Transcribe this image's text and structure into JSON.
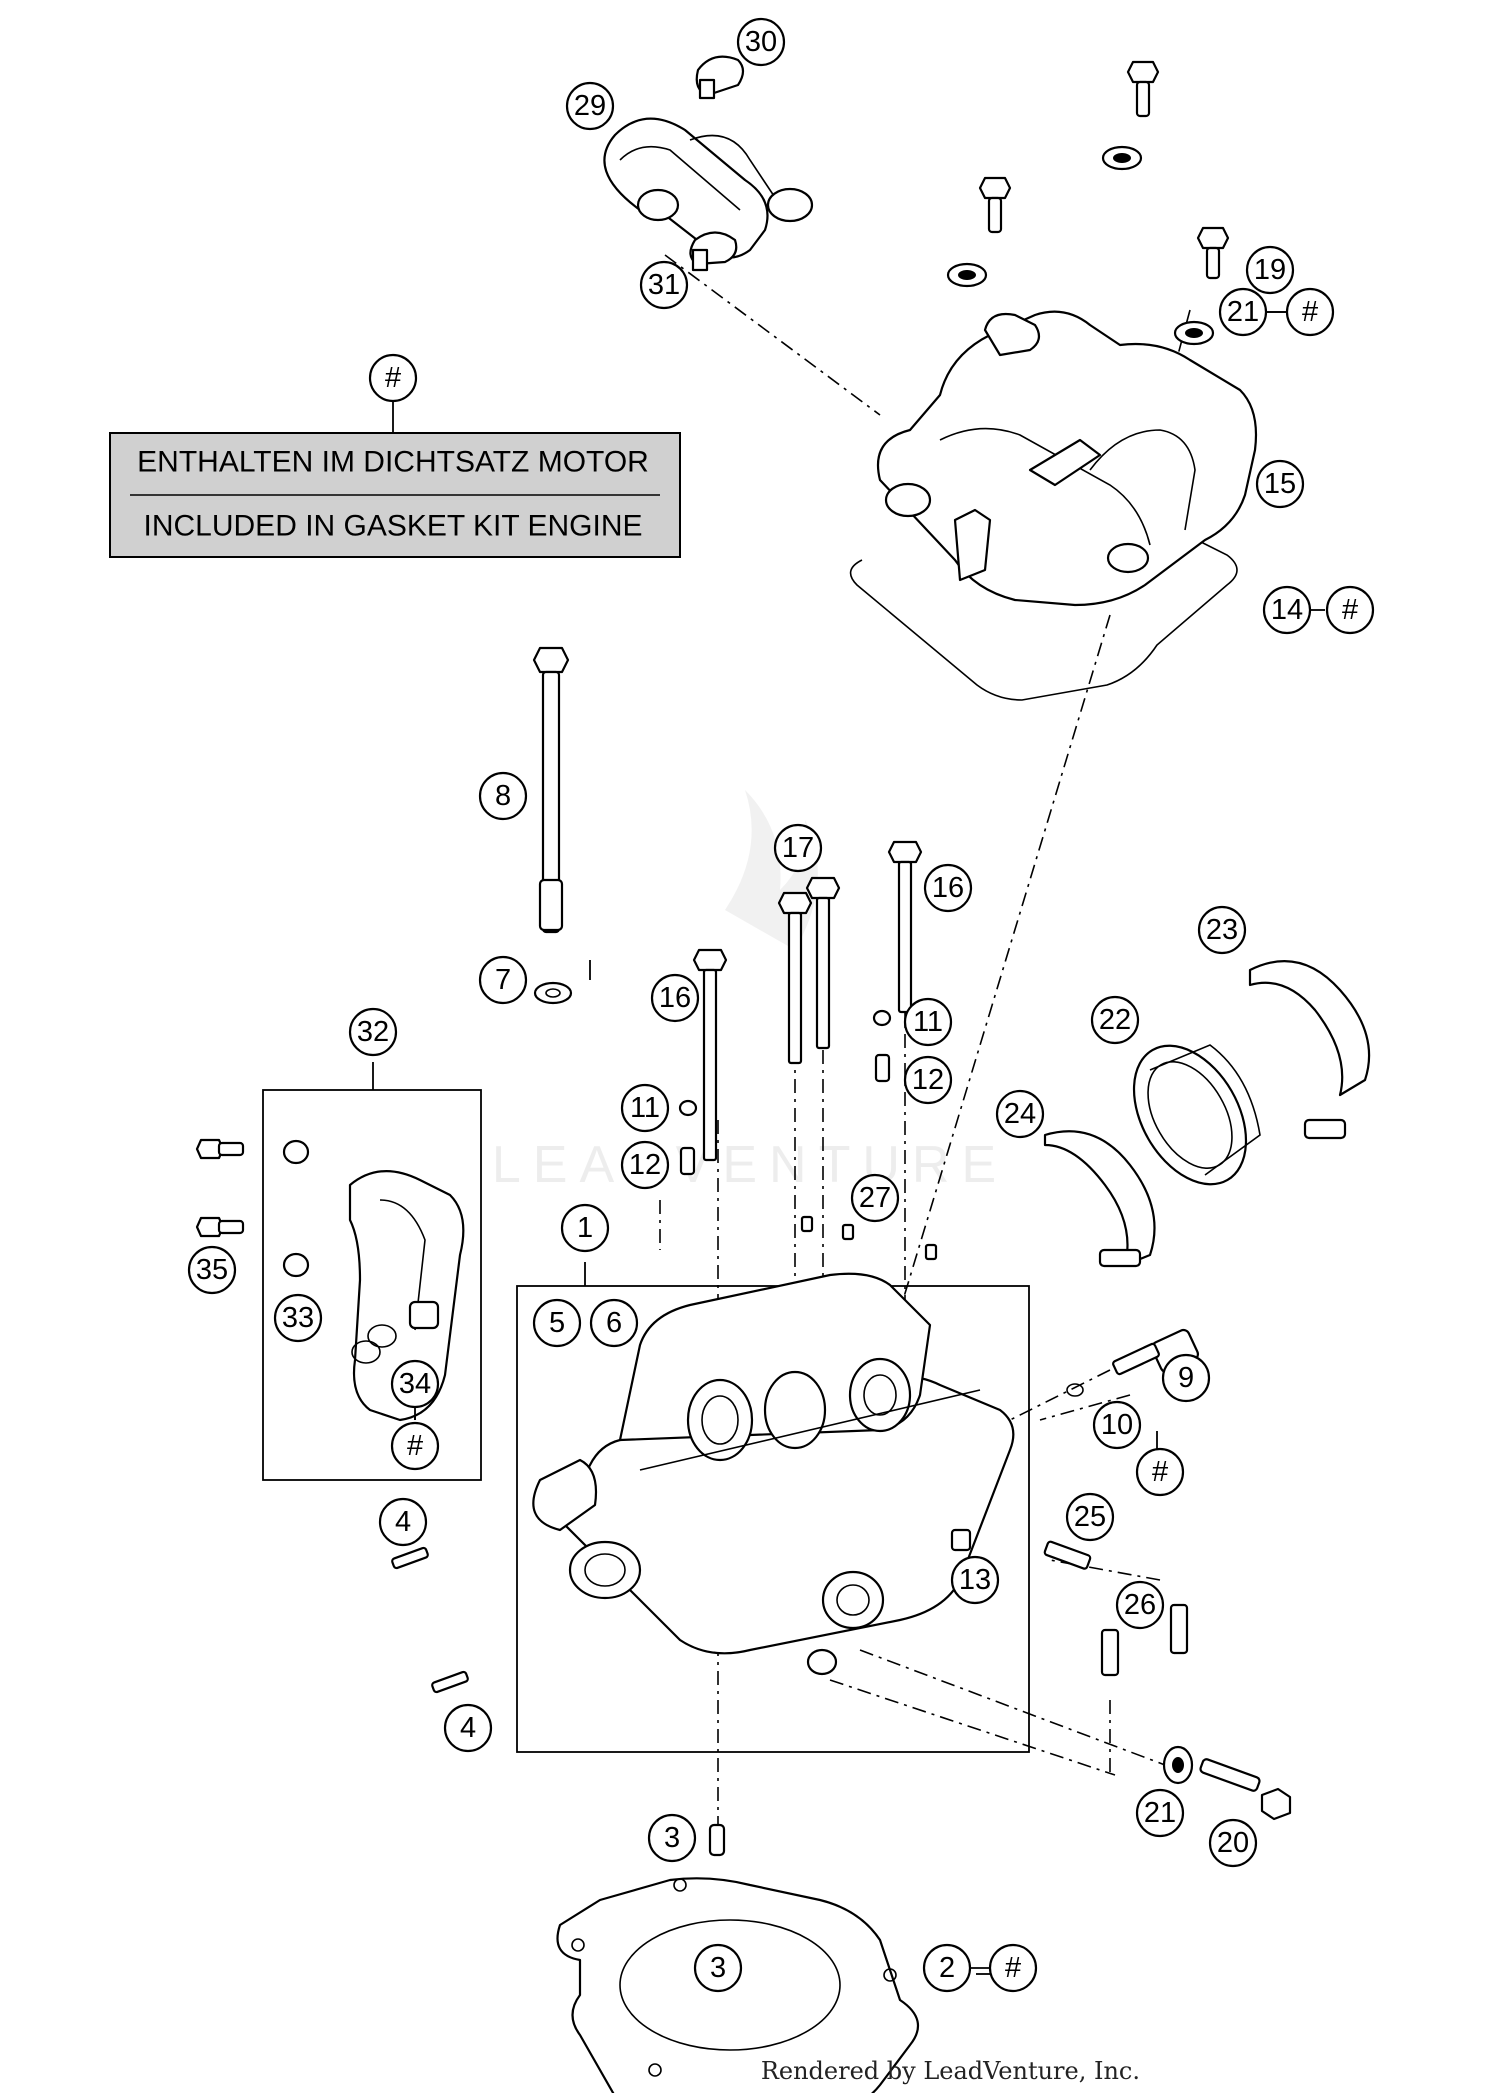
{
  "legend": {
    "marker": "#",
    "line_de": "ENTHALTEN IM DICHTSATZ MOTOR",
    "line_en": "INCLUDED IN GASKET KIT ENGINE"
  },
  "watermark": "LEADVENTURE",
  "credit": "Rendered by LeadVenture, Inc.",
  "callouts": [
    {
      "id": "30",
      "label": "30"
    },
    {
      "id": "29",
      "label": "29"
    },
    {
      "id": "31",
      "label": "31"
    },
    {
      "id": "19",
      "label": "19"
    },
    {
      "id": "21a",
      "label": "21"
    },
    {
      "id": "15",
      "label": "15"
    },
    {
      "id": "14",
      "label": "14"
    },
    {
      "id": "8",
      "label": "8"
    },
    {
      "id": "7",
      "label": "7"
    },
    {
      "id": "17",
      "label": "17"
    },
    {
      "id": "16a",
      "label": "16"
    },
    {
      "id": "16b",
      "label": "16"
    },
    {
      "id": "11a",
      "label": "11"
    },
    {
      "id": "12a",
      "label": "12"
    },
    {
      "id": "11b",
      "label": "11"
    },
    {
      "id": "12b",
      "label": "12"
    },
    {
      "id": "23",
      "label": "23"
    },
    {
      "id": "22",
      "label": "22"
    },
    {
      "id": "24",
      "label": "24"
    },
    {
      "id": "32",
      "label": "32"
    },
    {
      "id": "35",
      "label": "35"
    },
    {
      "id": "33",
      "label": "33"
    },
    {
      "id": "34",
      "label": "34"
    },
    {
      "id": "27",
      "label": "27"
    },
    {
      "id": "1",
      "label": "1"
    },
    {
      "id": "5",
      "label": "5"
    },
    {
      "id": "6",
      "label": "6"
    },
    {
      "id": "9",
      "label": "9"
    },
    {
      "id": "10",
      "label": "10"
    },
    {
      "id": "4a",
      "label": "4"
    },
    {
      "id": "4b",
      "label": "4"
    },
    {
      "id": "25",
      "label": "25"
    },
    {
      "id": "13",
      "label": "13"
    },
    {
      "id": "26",
      "label": "26"
    },
    {
      "id": "21b",
      "label": "21"
    },
    {
      "id": "20",
      "label": "20"
    },
    {
      "id": "3a",
      "label": "3"
    },
    {
      "id": "3b",
      "label": "3"
    },
    {
      "id": "2",
      "label": "2"
    }
  ],
  "gasket_kit_marks": [
    "21a",
    "14",
    "34",
    "10",
    "2",
    "legend"
  ]
}
